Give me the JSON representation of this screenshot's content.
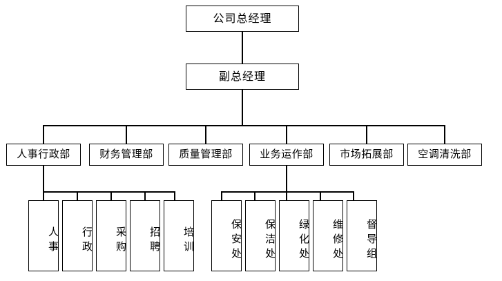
{
  "diagram": {
    "title_node": {
      "label": "公司总经理"
    },
    "second_node": {
      "label": "副总经理"
    },
    "departments": [
      {
        "label": "人事行政部"
      },
      {
        "label": "财务管理部"
      },
      {
        "label": "质量管理部"
      },
      {
        "label": "业务运作部"
      },
      {
        "label": "市场拓展部"
      },
      {
        "label": "空调清洗部"
      }
    ],
    "hr_units": [
      {
        "label": "人事"
      },
      {
        "label": "行政"
      },
      {
        "label": "采购"
      },
      {
        "label": "招聘"
      },
      {
        "label": "培训"
      }
    ],
    "ops_units": [
      {
        "label": "保安处"
      },
      {
        "label": "保洁处"
      },
      {
        "label": "绿化处"
      },
      {
        "label": "维修处"
      },
      {
        "label": "督导组"
      }
    ],
    "colors": {
      "line": "#000000",
      "box_fill": "#ffffff",
      "text": "#000000"
    }
  }
}
